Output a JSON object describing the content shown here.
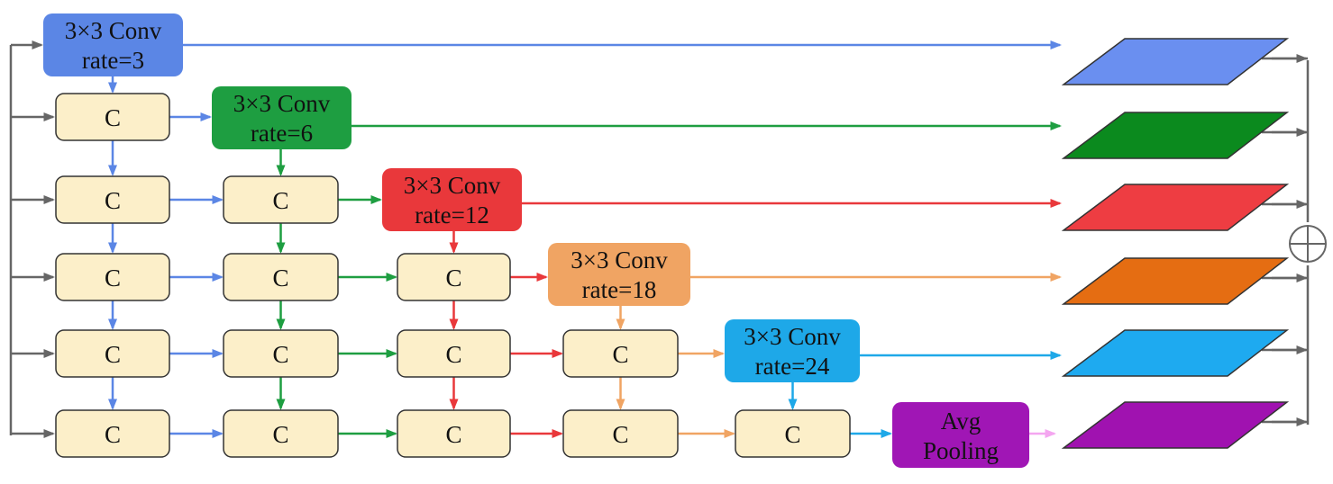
{
  "conv_blocks": [
    {
      "op": "3×3 Conv",
      "rate": "rate=3",
      "color": "#5b86e5"
    },
    {
      "op": "3×3 Conv",
      "rate": "rate=6",
      "color": "#1e9e41"
    },
    {
      "op": "3×3 Conv",
      "rate": "rate=12",
      "color": "#e9383b"
    },
    {
      "op": "3×3 Conv",
      "rate": "rate=18",
      "color": "#f0a463"
    },
    {
      "op": "3×3 Conv",
      "rate": "rate=24",
      "color": "#1ea8e8"
    }
  ],
  "concat_label": "C",
  "pooling": {
    "line1": "Avg",
    "line2": "Pooling",
    "color": "#a016b5"
  },
  "feature_map_colors": [
    "#6a8ff0",
    "#0b8a1e",
    "#ee3d42",
    "#e56d12",
    "#1eaaf0",
    "#a012b0"
  ],
  "input_line_color": "#666666",
  "pool_arrow_color": "#f4a6f0",
  "sum_icon": "circled-plus-icon"
}
